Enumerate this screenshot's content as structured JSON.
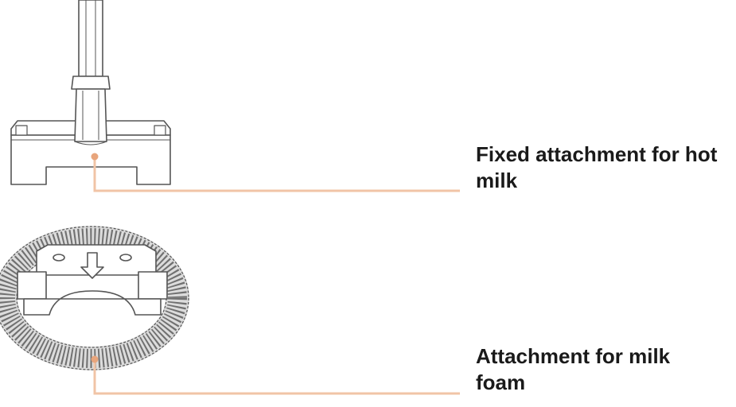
{
  "callouts": {
    "hot_milk": {
      "line1": "Fixed attachment for hot",
      "line2": "milk"
    },
    "milk_foam": {
      "line1": "Attachment for milk",
      "line2": "foam"
    }
  },
  "colors": {
    "leader_line": "#f1c4a6",
    "leader_dot": "#e8a57c",
    "outline": "#555555",
    "label_text": "#1a1a1a"
  },
  "icons": {
    "hot_milk_part": "fixed-hot-milk-attachment-icon",
    "foam_part": "milk-foam-whisk-attachment-icon"
  }
}
